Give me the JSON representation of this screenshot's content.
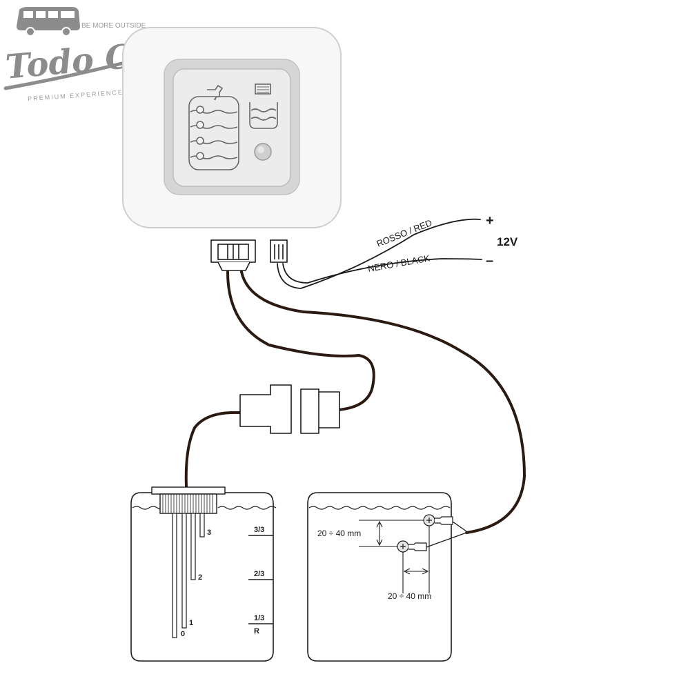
{
  "logo": {
    "tagline": "BE MORE OUTSIDE",
    "brand": "Todo Campers",
    "subtitle": "PREMIUM EXPERIENCES"
  },
  "power": {
    "red_wire_label": "ROSSO / RED",
    "black_wire_label": "NERO / BLACK",
    "plus_sign": "+",
    "minus_sign": "–",
    "voltage": "12V"
  },
  "clean_tank": {
    "probe_labels": [
      "3",
      "2",
      "1",
      "0"
    ],
    "level_marks": [
      "3/3",
      "2/3",
      "1/3",
      "R"
    ]
  },
  "waste_tank": {
    "vertical_spacing": "20 ÷ 40 mm",
    "horizontal_spacing": "20 ÷ 40 mm"
  },
  "colors": {
    "panel": "#f2f2f2",
    "panel_border": "#c9c9c9",
    "wire": "#2a1a12",
    "outline": "#1a1a1a",
    "led": "#f3f3f3"
  }
}
